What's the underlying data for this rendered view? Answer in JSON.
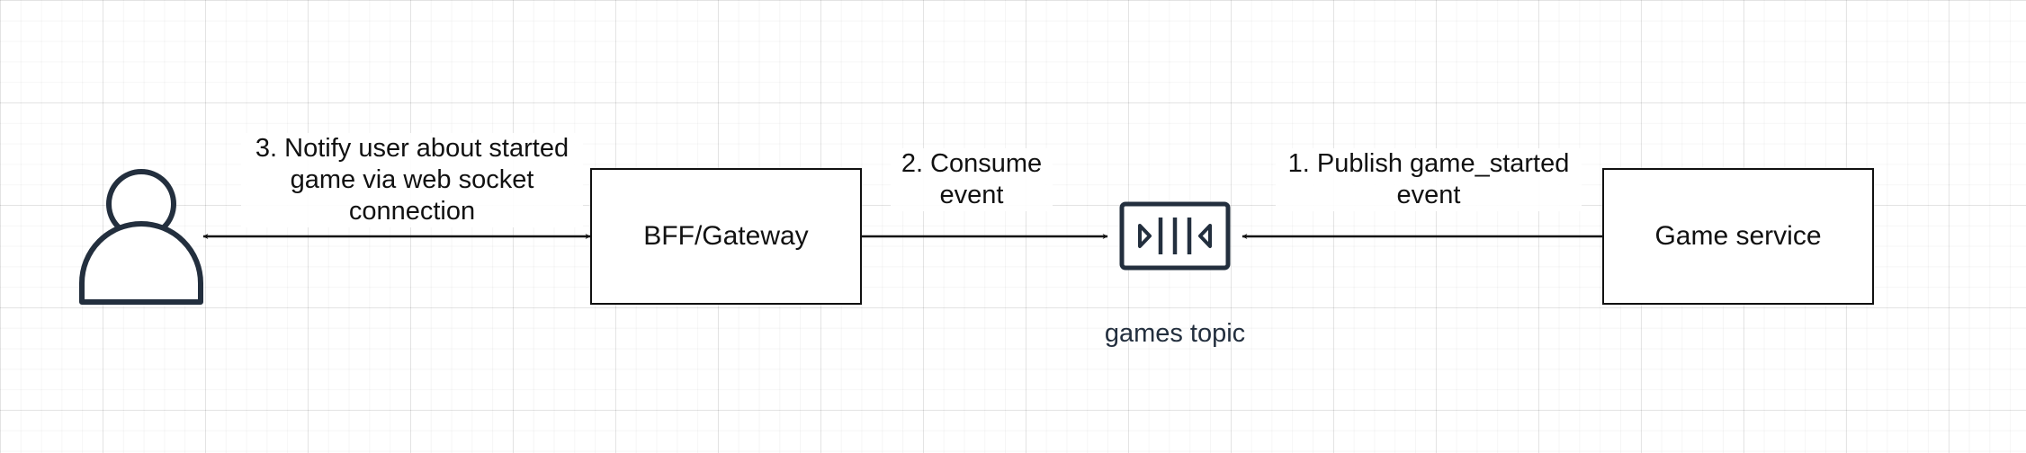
{
  "diagram": {
    "nodes": {
      "user": {
        "icon": "user-icon"
      },
      "gateway": {
        "label": "BFF/Gateway"
      },
      "topic": {
        "icon": "queue-topic-icon",
        "label": "games topic"
      },
      "game_service": {
        "label": "Game service"
      }
    },
    "edges": {
      "notify": {
        "label": "3. Notify user about started game via web socket connection",
        "direction": "bidirectional"
      },
      "consume": {
        "label": "2. Consume event",
        "direction": "gateway-to-topic"
      },
      "publish": {
        "label": "1. Publish game_started event",
        "direction": "service-to-topic"
      }
    }
  },
  "colors": {
    "stroke": "#111111",
    "icon": "#232f3e",
    "grid": "#e6e6e6",
    "background": "#ffffff"
  }
}
